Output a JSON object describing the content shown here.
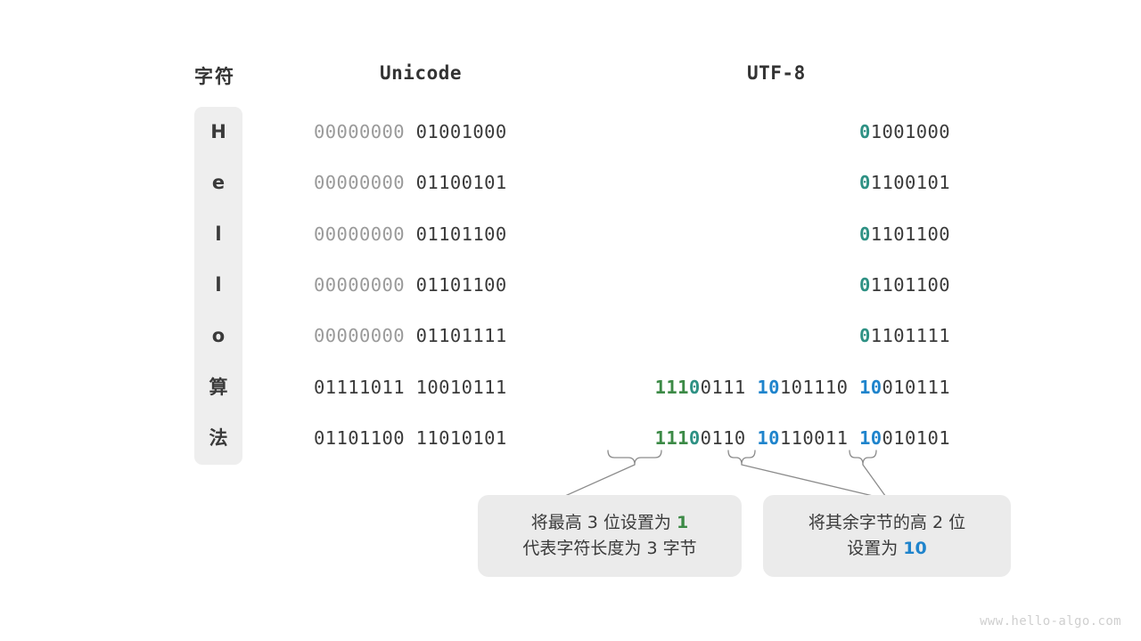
{
  "headers": {
    "char": "字符",
    "unicode": "Unicode",
    "utf8": "UTF-8"
  },
  "colors": {
    "background": "#ffffff",
    "cell_fill": "#eeeeee",
    "note_fill": "#ebebeb",
    "text": "#3a3a3a",
    "dim_text": "#9a9a9a",
    "teal": "#2e9184",
    "green": "#3c8a46",
    "blue": "#1f84cc",
    "line": "#8c8c8c",
    "watermark": "#cfcfcf"
  },
  "rows": [
    {
      "char": "H",
      "unicode_high": "00000000",
      "unicode_low": "01001000",
      "utf8": [
        {
          "prefix": "0",
          "prefix_color": "teal",
          "rest": "1001000"
        }
      ]
    },
    {
      "char": "e",
      "unicode_high": "00000000",
      "unicode_low": "01100101",
      "utf8": [
        {
          "prefix": "0",
          "prefix_color": "teal",
          "rest": "1100101"
        }
      ]
    },
    {
      "char": "l",
      "unicode_high": "00000000",
      "unicode_low": "01101100",
      "utf8": [
        {
          "prefix": "0",
          "prefix_color": "teal",
          "rest": "1101100"
        }
      ]
    },
    {
      "char": "l",
      "unicode_high": "00000000",
      "unicode_low": "01101100",
      "utf8": [
        {
          "prefix": "0",
          "prefix_color": "teal",
          "rest": "1101100"
        }
      ]
    },
    {
      "char": "o",
      "unicode_high": "00000000",
      "unicode_low": "01101111",
      "utf8": [
        {
          "prefix": "0",
          "prefix_color": "teal",
          "rest": "1101111"
        }
      ]
    },
    {
      "char": "算",
      "unicode_high": "01111011",
      "unicode_low": "10010111",
      "utf8": [
        {
          "prefix": "111",
          "prefix_color": "green",
          "prefix2": "0",
          "prefix2_color": "teal",
          "rest": "0111"
        },
        {
          "prefix": "10",
          "prefix_color": "blue",
          "rest": "101110"
        },
        {
          "prefix": "10",
          "prefix_color": "blue",
          "rest": "010111"
        }
      ]
    },
    {
      "char": "法",
      "unicode_high": "01101100",
      "unicode_low": "11010101",
      "utf8": [
        {
          "prefix": "111",
          "prefix_color": "green",
          "prefix2": "0",
          "prefix2_color": "teal",
          "rest": "0110"
        },
        {
          "prefix": "10",
          "prefix_color": "blue",
          "rest": "110011"
        },
        {
          "prefix": "10",
          "prefix_color": "blue",
          "rest": "010101"
        }
      ]
    }
  ],
  "notes": {
    "left": {
      "line1_a": "将最高 3 位设置为 ",
      "line1_em": "1",
      "line2": "代表字符长度为 3 字节"
    },
    "right": {
      "line1": "将其余字节的高 2 位",
      "line2_a": "设置为 ",
      "line2_em": "10"
    }
  },
  "watermark": "www.hello-algo.com"
}
